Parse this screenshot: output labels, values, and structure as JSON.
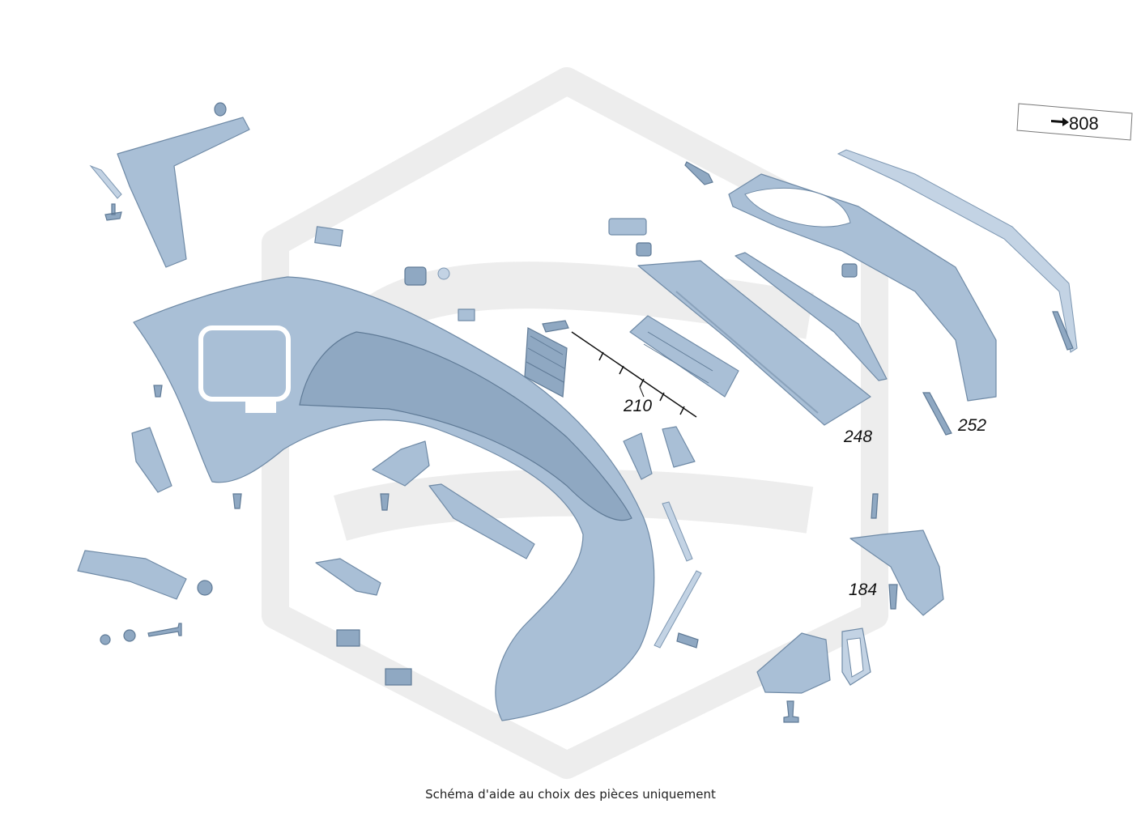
{
  "callouts": {
    "c210": "210",
    "c248": "248",
    "c252": "252",
    "c184": "184"
  },
  "reference": {
    "label": "808",
    "icon": "arrow-right-icon"
  },
  "footer": {
    "note": "Schéma d'aide au choix des pièces uniquement"
  },
  "colors": {
    "part_fill": "#a9bfd6",
    "part_stroke": "#6f8aa6",
    "watermark": "#ededed"
  }
}
